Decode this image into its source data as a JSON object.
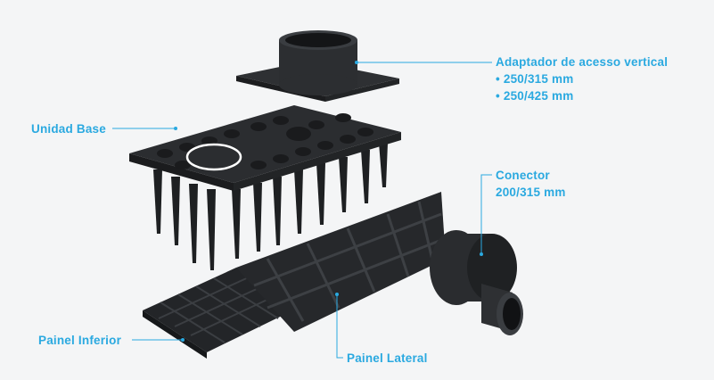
{
  "colors": {
    "background": "#f4f5f6",
    "accent": "#2aa9e0",
    "part": "#2b2d30"
  },
  "labels": {
    "adapter": {
      "title": "Adaptador de acesso vertical",
      "spec1": "• 250/315 mm",
      "spec2": "• 250/425 mm"
    },
    "conector": {
      "title": "Conector",
      "spec": "200/315 mm"
    },
    "base": {
      "title": "Unidad Base"
    },
    "inferior": {
      "title": "Painel Inferior"
    },
    "lateral": {
      "title": "Painel Lateral"
    }
  }
}
